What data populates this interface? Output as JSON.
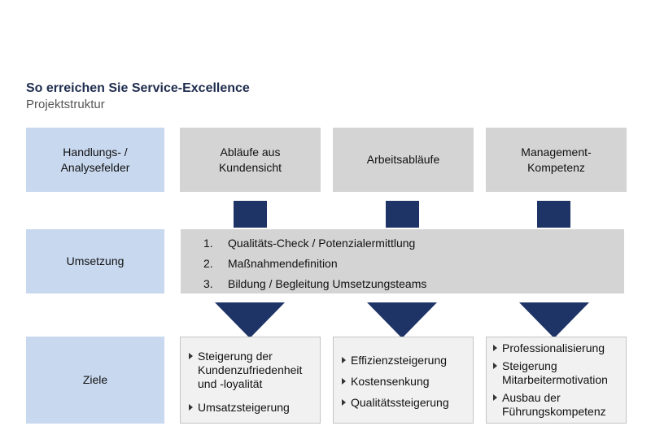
{
  "header": {
    "title": "So erreichen Sie Service-Excellence",
    "subtitle": "Projektstruktur"
  },
  "rows": {
    "row1": "Handlungs- /\nAnalysefelder",
    "row2": "Umsetzung",
    "row3": "Ziele"
  },
  "fields": [
    "Abläufe aus\nKundensicht",
    "Arbeitsabläufe",
    "Management-\nKompetenz"
  ],
  "steps": [
    {
      "num": "1.",
      "text": "Qualitäts-Check / Potenzialermittlung"
    },
    {
      "num": "2.",
      "text": "Maßnahmendefinition"
    },
    {
      "num": "3.",
      "text": "Bildung / Begleitung Umsetzungsteams"
    }
  ],
  "goals": [
    [
      "Steigerung der\nKundenzufriedenheit\nund -loyalität",
      "Umsatzsteigerung"
    ],
    [
      "Effizienzsteigerung",
      "Kostensenkung",
      "Qualitätssteigerung"
    ],
    [
      "Professionalisierung",
      "Steigerung\nMitarbeitermotivation",
      "Ausbau der\nFührungskompetenz"
    ]
  ],
  "colors": {
    "label_blue": "#c8d8ef",
    "box_gray": "#d4d4d4",
    "arrow_navy": "#1f3466",
    "title_navy": "#1f2d4f"
  }
}
